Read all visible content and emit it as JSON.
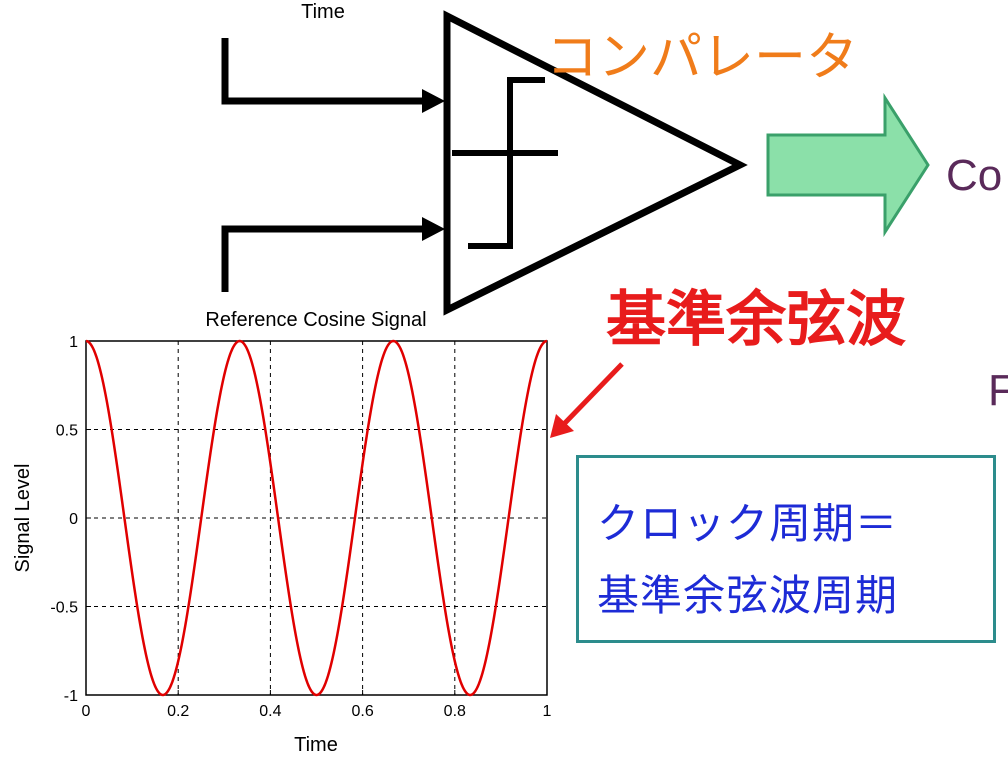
{
  "top_axis_label": "Time",
  "comparator_label": "コンパレータ",
  "output_label_partial": "Co",
  "right_edge_partial": "F",
  "reference_label": "基準余弦波",
  "note": {
    "line1": "クロック周期＝",
    "line2": "基準余弦波周期"
  },
  "colors": {
    "comparator_label": "#f07c1a",
    "reference_label": "#e81c1c",
    "note_text": "#1d2bd6",
    "note_border": "#2c8c8c",
    "arrow_fill": "#8be0a9",
    "arrow_stroke": "#3aa06a",
    "output_text": "#5a2a5a",
    "signal_line": "#e00000"
  },
  "chart_data": {
    "type": "line",
    "title": "Reference Cosine Signal",
    "xlabel": "Time",
    "ylabel": "Signal Level",
    "xlim": [
      0,
      1
    ],
    "ylim": [
      -1,
      1
    ],
    "x_ticks": [
      "0",
      "0.2",
      "0.4",
      "0.6",
      "0.8",
      "1"
    ],
    "y_ticks": [
      "1",
      "0.5",
      "0",
      "-0.5",
      "-1"
    ],
    "grid": true,
    "series": [
      {
        "function": "cos(2*pi*3*t)",
        "frequency_cycles": 3
      }
    ]
  }
}
